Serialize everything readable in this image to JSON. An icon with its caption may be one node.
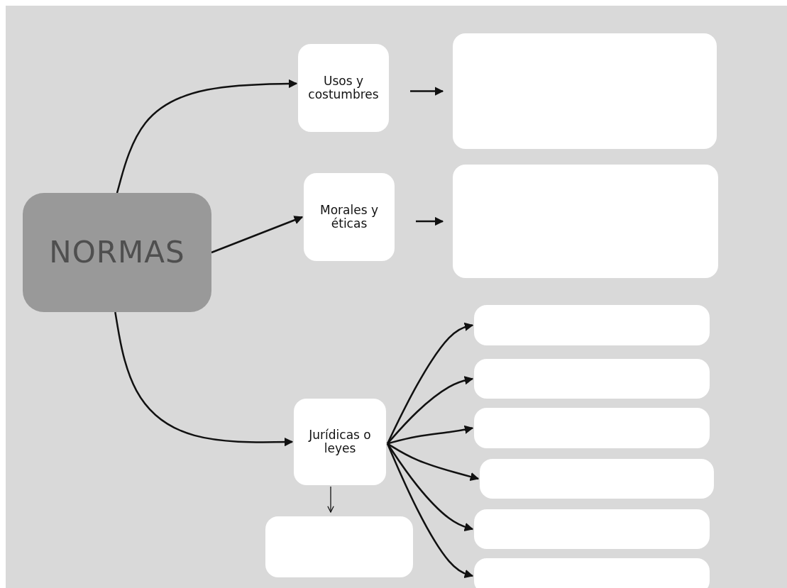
{
  "diagram": {
    "nodes": [
      {
        "text": [
          "NORMAS"
        ]
      },
      {
        "text": [
          "Usos y costumbres"
        ]
      },
      {
        "text": [
          "Morales y éticas"
        ]
      },
      {
        "text": [
          "Jurídicas o leyes"
        ]
      },
      {
        "text": [],
        "shape": "box"
      },
      {
        "text": [],
        "shape": "box"
      },
      {
        "text": [],
        "shape": "box"
      },
      {
        "text": [],
        "shape": "box"
      },
      {
        "text": [],
        "shape": "box"
      },
      {
        "text": [],
        "shape": "box"
      },
      {
        "text": [],
        "shape": "box"
      },
      {
        "text": [],
        "shape": "box"
      },
      {
        "text": [],
        "shape": "box"
      }
    ],
    "edges": [
      {
        "from": 0,
        "to": 1,
        "arrow": "to"
      },
      {
        "from": 0,
        "to": 2,
        "arrow": "to"
      },
      {
        "from": 0,
        "to": 3,
        "arrow": "to"
      },
      {
        "from": 1,
        "to": 4,
        "arrow": "to"
      },
      {
        "from": 2,
        "to": 5,
        "arrow": "to"
      },
      {
        "from": 3,
        "to": 6,
        "arrow": "to"
      },
      {
        "from": 3,
        "to": 7,
        "arrow": "to"
      },
      {
        "from": 3,
        "to": 8,
        "arrow": "to"
      },
      {
        "from": 3,
        "to": 9,
        "arrow": "to"
      },
      {
        "from": 3,
        "to": 10,
        "arrow": "to"
      },
      {
        "from": 3,
        "to": 11,
        "arrow": "to"
      },
      {
        "from": 3,
        "to": 12,
        "arrow": "to"
      }
    ]
  }
}
